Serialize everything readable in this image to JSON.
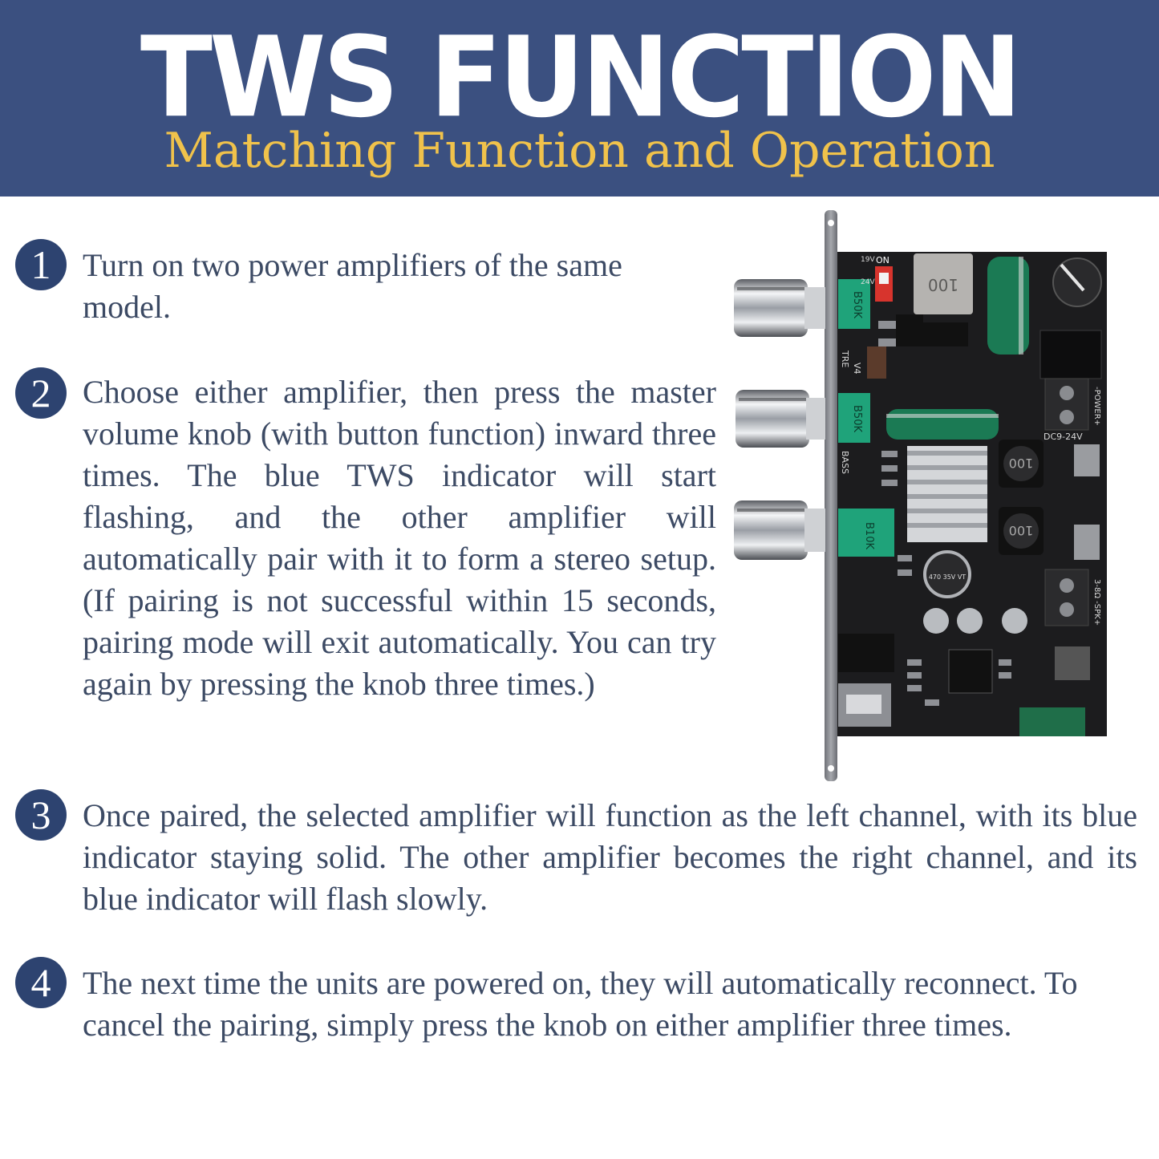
{
  "header": {
    "title": "TWS FUNCTION",
    "subtitle": "Matching Function and Operation"
  },
  "steps": [
    {
      "number": "1",
      "text": "Turn on two power amplifiers of the same model."
    },
    {
      "number": "2",
      "text": "Choose either amplifier, then press the master volume knob (with button function) inward three times. The blue TWS indicator will start flashing, and the other amplifier will automatically pair with it to form a stereo setup.(If pairing is not successful within 15 seconds, pairing mode will exit automatically. You can try again by pressing the knob three times.)"
    },
    {
      "number": "3",
      "text": "Once paired, the selected amplifier will function as the left channel, with its blue indicator staying solid. The other amplifier becomes the right channel, and its blue indicator will flash slowly."
    },
    {
      "number": "4",
      "text": "The next time the units are powered on, they will automatically reconnect. To cancel the pairing, simply press the knob on either amplifier three times."
    }
  ],
  "board": {
    "switch_label": "ON",
    "label_tre": "TRE",
    "label_bass": "BASS",
    "label_version": "V4",
    "pot_1": "B50K",
    "pot_2": "B50K",
    "pot_3": "B10K",
    "inductor_1": "100",
    "inductor_2": "100",
    "inductor_3": "100",
    "cap_big": "470 35V VT",
    "power_label": "DC9-24V",
    "power_terminal": "-POWER+",
    "speaker_terminal": "3-8Ω -SPK+",
    "voltage_19": "19V",
    "voltage_24": "24V",
    "colors": {
      "pcb": "#1c1c1e",
      "panel": "#8f9196",
      "pot": "#1fa37a",
      "cap_green": "#1b7a54",
      "switch_red": "#d7342d",
      "heatsink": "#d4d6d9"
    }
  }
}
